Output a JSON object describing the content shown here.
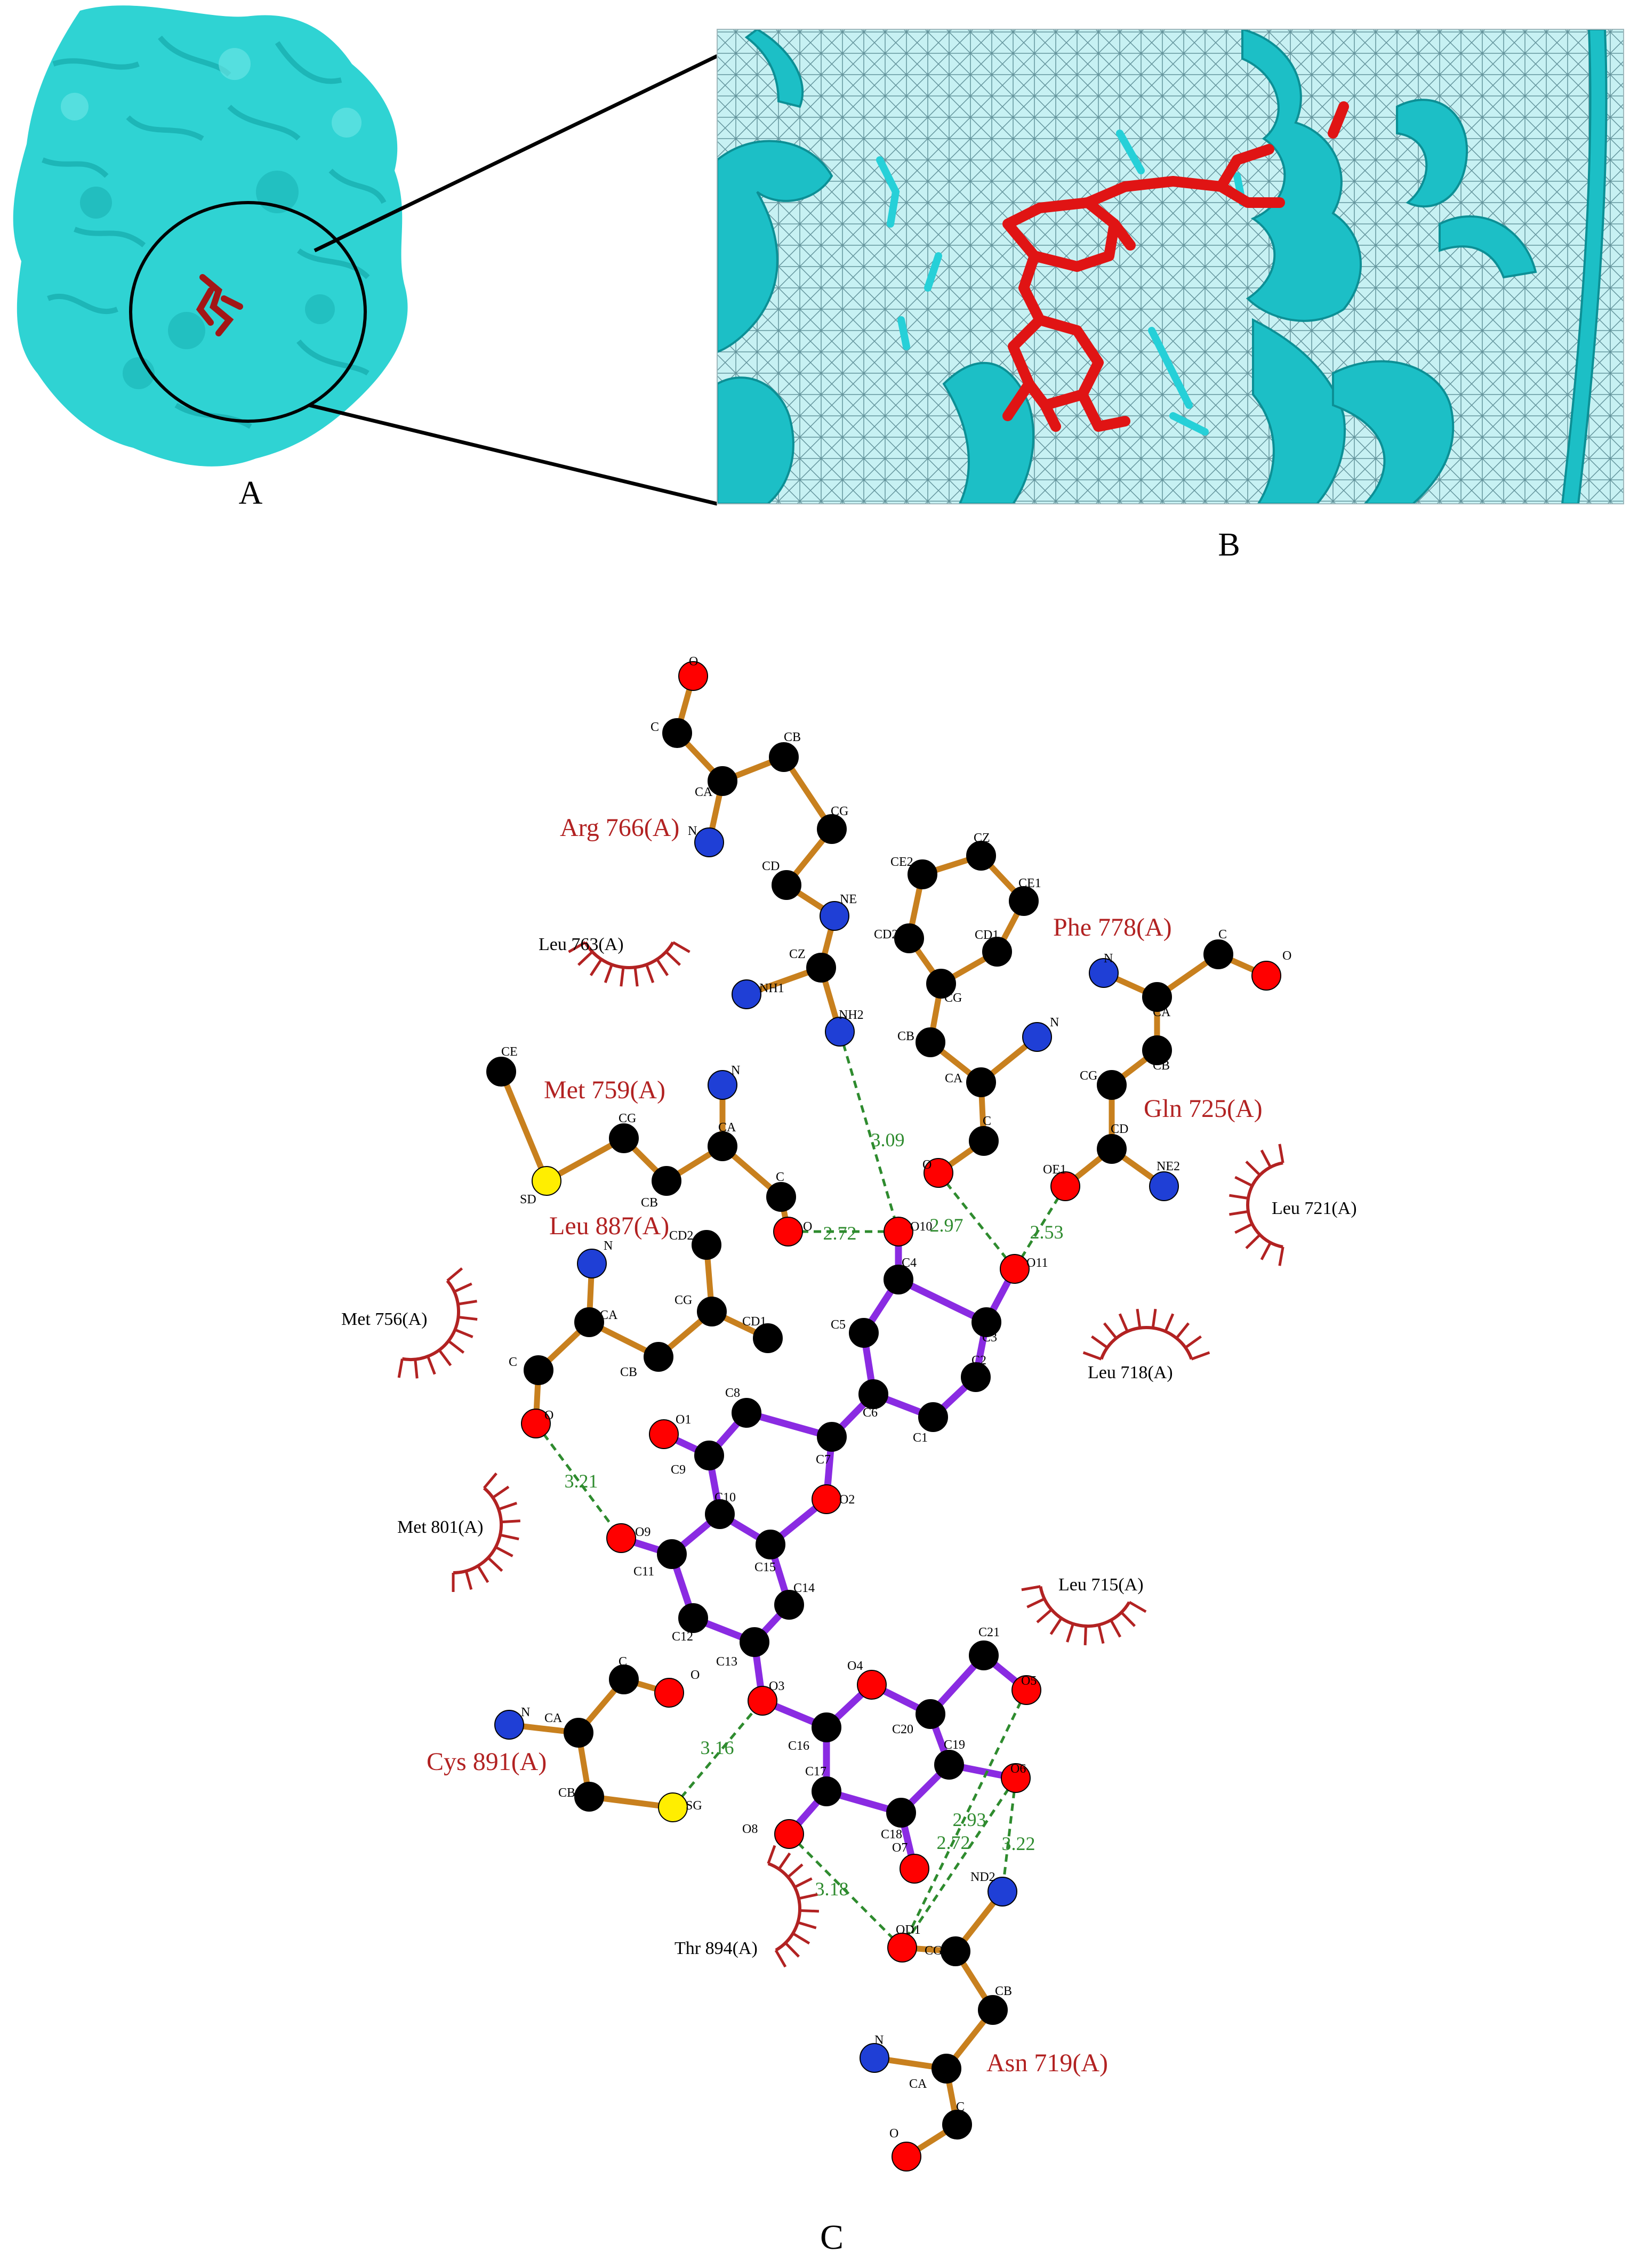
{
  "panels": {
    "a_label": "A",
    "b_label": "B",
    "c_label": "C"
  },
  "colors": {
    "protein_surface": "#2fd3d3",
    "protein_surface_dark": "#15a9ab",
    "ligand": "#d11a1a",
    "residue_label": "#b22222",
    "hbond": "#2e8b2e",
    "ligand_bond": "#8a2be2",
    "residue_bond": "#c8801e",
    "carbon": "#000000",
    "oxygen": "#ff0000",
    "nitrogen": "#1f3fd6",
    "sulfur": "#ffee00",
    "hydrophobic_arc": "#b22222"
  },
  "residues_named": [
    "Arg 766(A)",
    "Phe 778(A)",
    "Met 759(A)",
    "Gln 725(A)",
    "Leu 887(A)",
    "Cys 891(A)",
    "Asn 719(A)"
  ],
  "hydrophobic_contacts": [
    "Leu 763(A)",
    "Leu 721(A)",
    "Met 756(A)",
    "Leu 718(A)",
    "Met 801(A)",
    "Leu 715(A)",
    "Thr 894(A)"
  ],
  "hbond_distances": [
    "3.09",
    "2.72",
    "2.97",
    "2.53",
    "3.21",
    "3.16",
    "2.93",
    "2.72",
    "3.22",
    "3.18"
  ],
  "ligand_atoms": [
    "O10",
    "O11",
    "C4",
    "C5",
    "C3",
    "C6",
    "C2",
    "C1",
    "O1",
    "C8",
    "C9",
    "C7",
    "O2",
    "C10",
    "C15",
    "O9",
    "C11",
    "C14",
    "C12",
    "C13",
    "O3",
    "O4",
    "C21",
    "O5",
    "C20",
    "C16",
    "C19",
    "O6",
    "C17",
    "C18",
    "O8",
    "O7"
  ],
  "residue_atoms": {
    "arg": [
      "O",
      "C",
      "CA",
      "CB",
      "CG",
      "N",
      "CD",
      "NE",
      "CZ",
      "NH1",
      "NH2"
    ],
    "phe": [
      "CE2",
      "CZ",
      "CE1",
      "CD2",
      "CD1",
      "CG",
      "CB",
      "N",
      "CA",
      "C",
      "O"
    ],
    "gln": [
      "N",
      "C",
      "O",
      "CA",
      "CB",
      "CG",
      "CD",
      "OE1",
      "NE2"
    ],
    "met759": [
      "CE",
      "N",
      "CG",
      "CA",
      "SD",
      "CB",
      "C",
      "O"
    ],
    "leu887": [
      "N",
      "CD2",
      "CA",
      "CG",
      "C",
      "CD1",
      "CB",
      "O"
    ],
    "cys": [
      "C",
      "O",
      "N",
      "CA",
      "CB",
      "SG"
    ],
    "asn": [
      "ND2",
      "OD1",
      "CG",
      "CB",
      "N",
      "CA",
      "C",
      "O"
    ]
  }
}
